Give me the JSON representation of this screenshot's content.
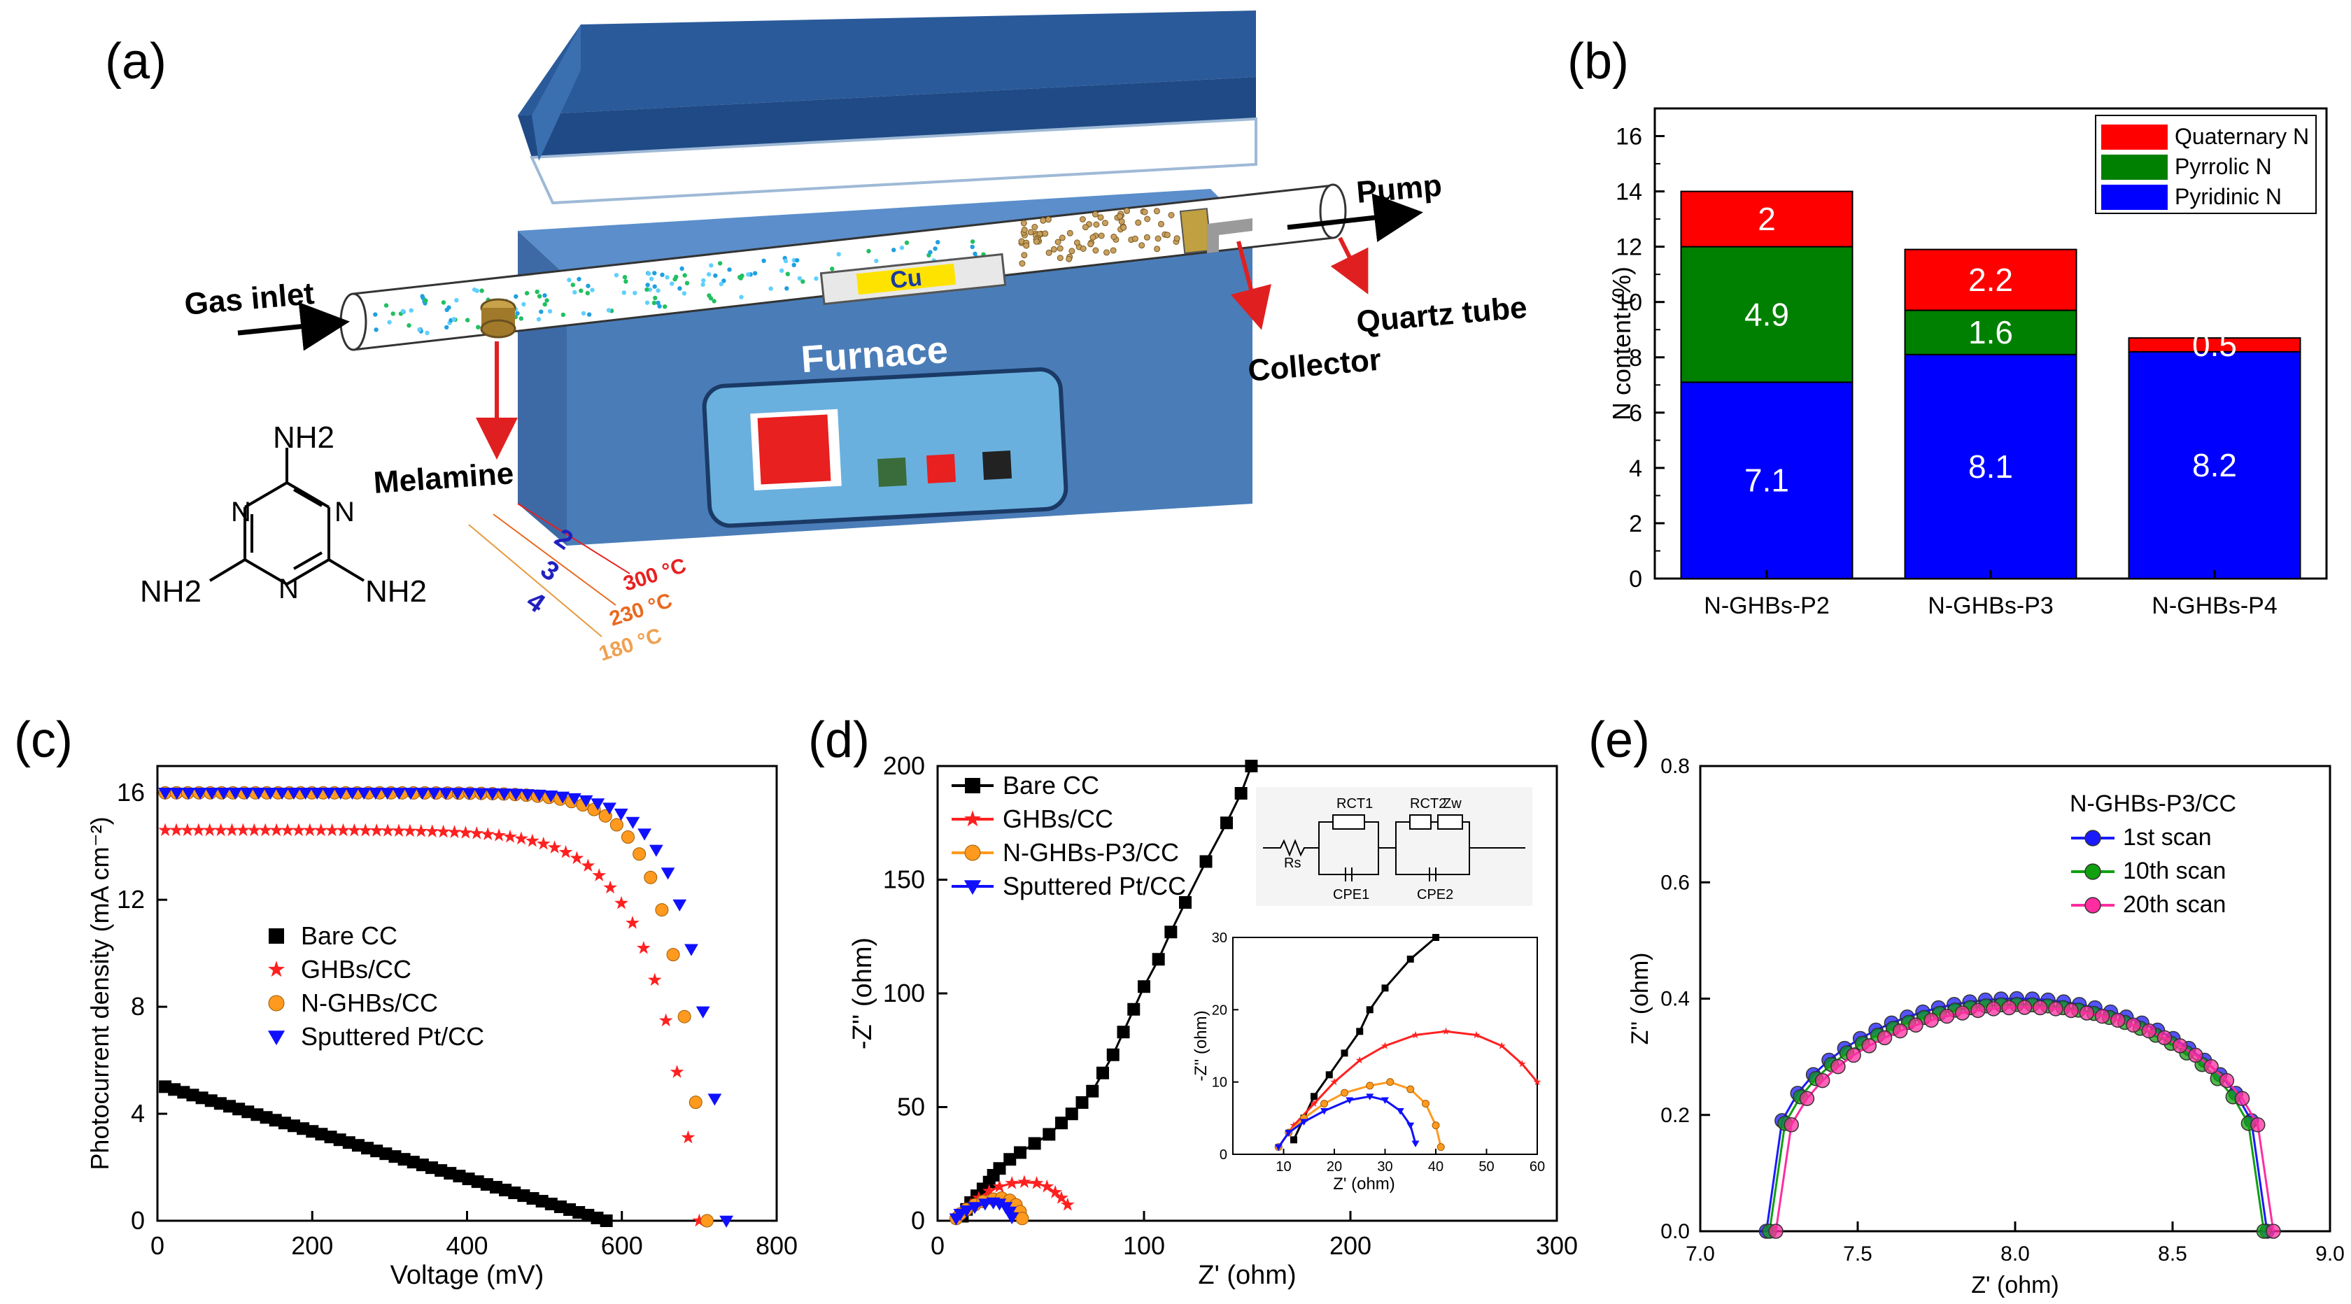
{
  "panel_labels": [
    "(a)",
    "(b)",
    "(c)",
    "(d)",
    "(e)"
  ],
  "schematic": {
    "gas_inlet": "Gas inlet",
    "pump": "Pump",
    "quartz_tube": "Quartz tube",
    "collector": "Collector",
    "furnace": "Furnace",
    "cu": "Cu",
    "melamine": "Melamine",
    "temp_zones": [
      {
        "num": "2",
        "temp": "300 °C"
      },
      {
        "num": "3",
        "temp": "230 °C"
      },
      {
        "num": "4",
        "temp": "180 °C"
      }
    ],
    "molecule": {
      "nh2": "NH2",
      "n": "N"
    },
    "colors": {
      "furnace_top": "#2a5a9a",
      "furnace_front": "#4a7db8",
      "panel": "#6ab0de",
      "red": "#e82020",
      "arrow": "#e02020"
    }
  },
  "chart_data": [
    {
      "id": "b",
      "type": "bar",
      "stacked": true,
      "categories": [
        "N-GHBs-P2",
        "N-GHBs-P3",
        "N-GHBs-P4"
      ],
      "series": [
        {
          "name": "Pyridinic N",
          "values": [
            7.1,
            8.1,
            8.2
          ],
          "color": "#0000ff"
        },
        {
          "name": "Pyrrolic N",
          "values": [
            4.9,
            1.6,
            0.0
          ],
          "color": "#008000"
        },
        {
          "name": "Quaternary N",
          "values": [
            2.0,
            2.2,
            0.5
          ],
          "color": "#ff0000"
        }
      ],
      "data_labels": [
        [
          "7.1",
          "8.1",
          "8.2"
        ],
        [
          "4.9",
          "1.6",
          ""
        ],
        [
          "2",
          "2.2",
          "0.5"
        ]
      ],
      "ylabel": "N content (%)",
      "ylim": [
        0,
        17
      ],
      "yticks": [
        "0",
        "2",
        "4",
        "6",
        "8",
        "10",
        "12",
        "14",
        "16"
      ],
      "legend": "top-right"
    },
    {
      "id": "c",
      "type": "scatter",
      "xlabel": "Voltage (mV)",
      "ylabel": "Photocurrent density (mA cm⁻²)",
      "xlim": [
        0,
        800
      ],
      "ylim": [
        0,
        17
      ],
      "xticks": [
        "0",
        "200",
        "400",
        "600",
        "800"
      ],
      "yticks": [
        "0",
        "4",
        "8",
        "12",
        "16"
      ],
      "legend": "center-left",
      "series": [
        {
          "name": "Bare CC",
          "marker": "square",
          "color": "#000000",
          "jsc": 5.1,
          "voc": 580,
          "kind": "linear"
        },
        {
          "name": "GHBs/CC",
          "marker": "star",
          "color": "#ff2020",
          "jsc": 14.6,
          "voc": 700,
          "ff": 0.06
        },
        {
          "name": "N-GHBs/CC",
          "marker": "circle",
          "color": "#ff9a1f",
          "jsc": 16.0,
          "voc": 710,
          "ff": 0.045
        },
        {
          "name": "Sputtered Pt/CC",
          "marker": "triangle-down",
          "color": "#1010ff",
          "jsc": 16.0,
          "voc": 735,
          "ff": 0.045
        }
      ]
    },
    {
      "id": "d",
      "type": "line",
      "xlabel": "Z' (ohm)",
      "ylabel": "-Z'' (ohm)",
      "xlim": [
        0,
        300
      ],
      "ylim": [
        0,
        200
      ],
      "xticks": [
        "0",
        "100",
        "200",
        "300"
      ],
      "yticks": [
        "0",
        "50",
        "100",
        "150",
        "200"
      ],
      "legend": "top-left",
      "circuit_labels": [
        "RCT1",
        "RCT2",
        "Zw",
        "Rs",
        "CPE1",
        "CPE2"
      ],
      "series": [
        {
          "name": "Bare CC",
          "marker": "square",
          "color": "#000000",
          "points": [
            [
              12,
              2
            ],
            [
              14,
              5
            ],
            [
              16,
              8
            ],
            [
              19,
              11
            ],
            [
              22,
              14
            ],
            [
              25,
              17
            ],
            [
              27,
              20
            ],
            [
              30,
              23
            ],
            [
              35,
              27
            ],
            [
              40,
              30
            ],
            [
              47,
              34
            ],
            [
              54,
              38
            ],
            [
              60,
              43
            ],
            [
              65,
              47
            ],
            [
              70,
              52
            ],
            [
              75,
              57
            ],
            [
              80,
              65
            ],
            [
              85,
              73
            ],
            [
              90,
              83
            ],
            [
              95,
              93
            ],
            [
              100,
              103
            ],
            [
              107,
              115
            ],
            [
              113,
              127
            ],
            [
              120,
              140
            ],
            [
              130,
              158
            ],
            [
              140,
              175
            ],
            [
              147,
              188
            ],
            [
              152,
              200
            ]
          ]
        },
        {
          "name": "GHBs/CC",
          "marker": "star",
          "color": "#ff2020",
          "points": [
            [
              9,
              1
            ],
            [
              12,
              4
            ],
            [
              16,
              7
            ],
            [
              20,
              10
            ],
            [
              25,
              13
            ],
            [
              30,
              15
            ],
            [
              36,
              16.5
            ],
            [
              42,
              17
            ],
            [
              48,
              16.5
            ],
            [
              53,
              15
            ],
            [
              57,
              12.5
            ],
            [
              60,
              10
            ],
            [
              63,
              7
            ]
          ]
        },
        {
          "name": "N-GHBs-P3/CC",
          "marker": "circle",
          "color": "#ff9a1f",
          "points": [
            [
              9,
              1
            ],
            [
              11,
              3
            ],
            [
              14,
              5
            ],
            [
              18,
              7
            ],
            [
              22,
              8.5
            ],
            [
              27,
              9.5
            ],
            [
              31,
              10
            ],
            [
              35,
              9
            ],
            [
              38,
              7
            ],
            [
              40,
              4
            ],
            [
              41,
              1
            ]
          ]
        },
        {
          "name": "Sputtered Pt/CC",
          "marker": "triangle-down",
          "color": "#1010ff",
          "points": [
            [
              9,
              1
            ],
            [
              11,
              3
            ],
            [
              14,
              4.5
            ],
            [
              18,
              6
            ],
            [
              23,
              7.5
            ],
            [
              27,
              8
            ],
            [
              30,
              7.5
            ],
            [
              33,
              6
            ],
            [
              35,
              4
            ],
            [
              36,
              1.5
            ]
          ]
        }
      ],
      "inset": {
        "xlim": [
          0,
          60
        ],
        "ylim": [
          0,
          30
        ],
        "xticks": [
          "10",
          "20",
          "30",
          "40",
          "50",
          "60"
        ],
        "yticks": [
          "0",
          "10",
          "20",
          "30"
        ],
        "xlabel": "Z' (ohm)",
        "ylabel": "-Z'' (ohm)"
      }
    },
    {
      "id": "e",
      "type": "line",
      "title": "N-GHBs-P3/CC",
      "xlabel": "Z' (ohm)",
      "ylabel": "Z'' (ohm)",
      "xlim": [
        7.0,
        9.0
      ],
      "ylim": [
        0.0,
        0.8
      ],
      "xticks": [
        "7.0",
        "7.5",
        "8.0",
        "8.5",
        "9.0"
      ],
      "yticks": [
        "0.0",
        "0.2",
        "0.4",
        "0.6",
        "0.8"
      ],
      "legend": "top-right",
      "series": [
        {
          "name": "1st scan",
          "color": "#1a1aff",
          "x_start": 7.21,
          "x_end": 8.8,
          "peak": 0.4
        },
        {
          "name": "10th scan",
          "color": "#10a010",
          "x_start": 7.22,
          "x_end": 8.79,
          "peak": 0.39
        },
        {
          "name": "20th scan",
          "color": "#ff2da0",
          "x_start": 7.24,
          "x_end": 8.82,
          "peak": 0.385
        }
      ]
    }
  ]
}
